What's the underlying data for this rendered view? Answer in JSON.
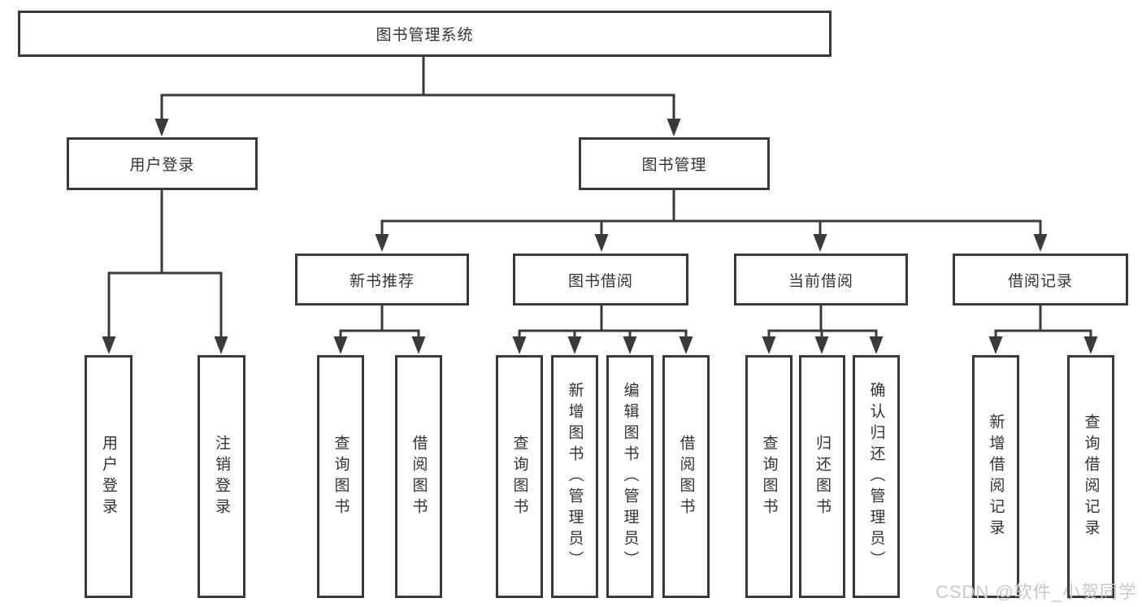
{
  "diagram": {
    "title": "图书管理系统",
    "children": [
      {
        "label": "用户登录",
        "children": [
          {
            "label": "用户登录"
          },
          {
            "label": "注销登录"
          }
        ]
      },
      {
        "label": "图书管理",
        "children": [
          {
            "label": "新书推荐",
            "children": [
              {
                "label": "查询图书"
              },
              {
                "label": "借阅图书"
              }
            ]
          },
          {
            "label": "图书借阅",
            "children": [
              {
                "label": "查询图书"
              },
              {
                "label": "新增图书（管理员）"
              },
              {
                "label": "编辑图书（管理员）"
              },
              {
                "label": "借阅图书"
              }
            ]
          },
          {
            "label": "当前借阅",
            "children": [
              {
                "label": "查询图书"
              },
              {
                "label": "归还图书"
              },
              {
                "label": "确认归还（管理员）"
              }
            ]
          },
          {
            "label": "借阅记录",
            "children": [
              {
                "label": "新增借阅记录"
              },
              {
                "label": "查询借阅记录"
              }
            ]
          }
        ]
      }
    ]
  },
  "watermark": {
    "text": "CSDN @软件_小贺同学"
  },
  "colors": {
    "line": "#3a3a3a",
    "text": "#333333",
    "watermark": "#c5c9ce"
  }
}
